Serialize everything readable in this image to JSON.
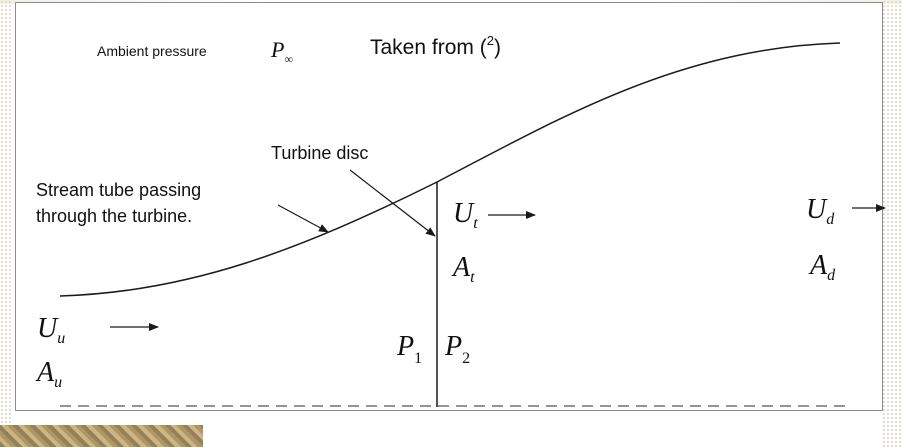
{
  "labels": {
    "ambient_pressure": "Ambient pressure",
    "ambient_symbol": "P",
    "ambient_subscript": "∞",
    "taken_from": "Taken from (",
    "taken_from_sup": "2",
    "taken_from_close": ")",
    "turbine_disc": "Turbine disc",
    "stream_tube_line1": "Stream tube passing",
    "stream_tube_line2": "through the turbine."
  },
  "symbols": {
    "upstream_velocity": {
      "main": "U",
      "sub": "u"
    },
    "upstream_area": {
      "main": "A",
      "sub": "u"
    },
    "turbine_velocity": {
      "main": "U",
      "sub": "t"
    },
    "turbine_area": {
      "main": "A",
      "sub": "t"
    },
    "downstream_velocity": {
      "main": "U",
      "sub": "d"
    },
    "downstream_area": {
      "main": "A",
      "sub": "d"
    },
    "pressure_before": {
      "main": "P",
      "sub": "1"
    },
    "pressure_after": {
      "main": "P",
      "sub": "2"
    }
  },
  "colors": {
    "line": "#1a1a1a",
    "centerline": "#555555",
    "frame": "#8c8c8c"
  }
}
